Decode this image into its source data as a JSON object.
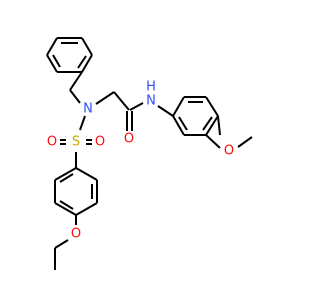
{
  "colors": {
    "bond": "#000000",
    "nitrogen": "#3050F8",
    "oxygen": "#FF0D0D",
    "sulfur": "#C8A800",
    "background": "#FFFFFF"
  },
  "atoms": {
    "N_sulfonamide": "N",
    "N_amide": "N",
    "H_amide": "H",
    "O_carbonyl": "O",
    "S_sulfonyl": "S",
    "O_sulfonyl_left": "O",
    "O_sulfonyl_right": "O",
    "O_methoxy": "O",
    "O_ethoxy": "O"
  }
}
